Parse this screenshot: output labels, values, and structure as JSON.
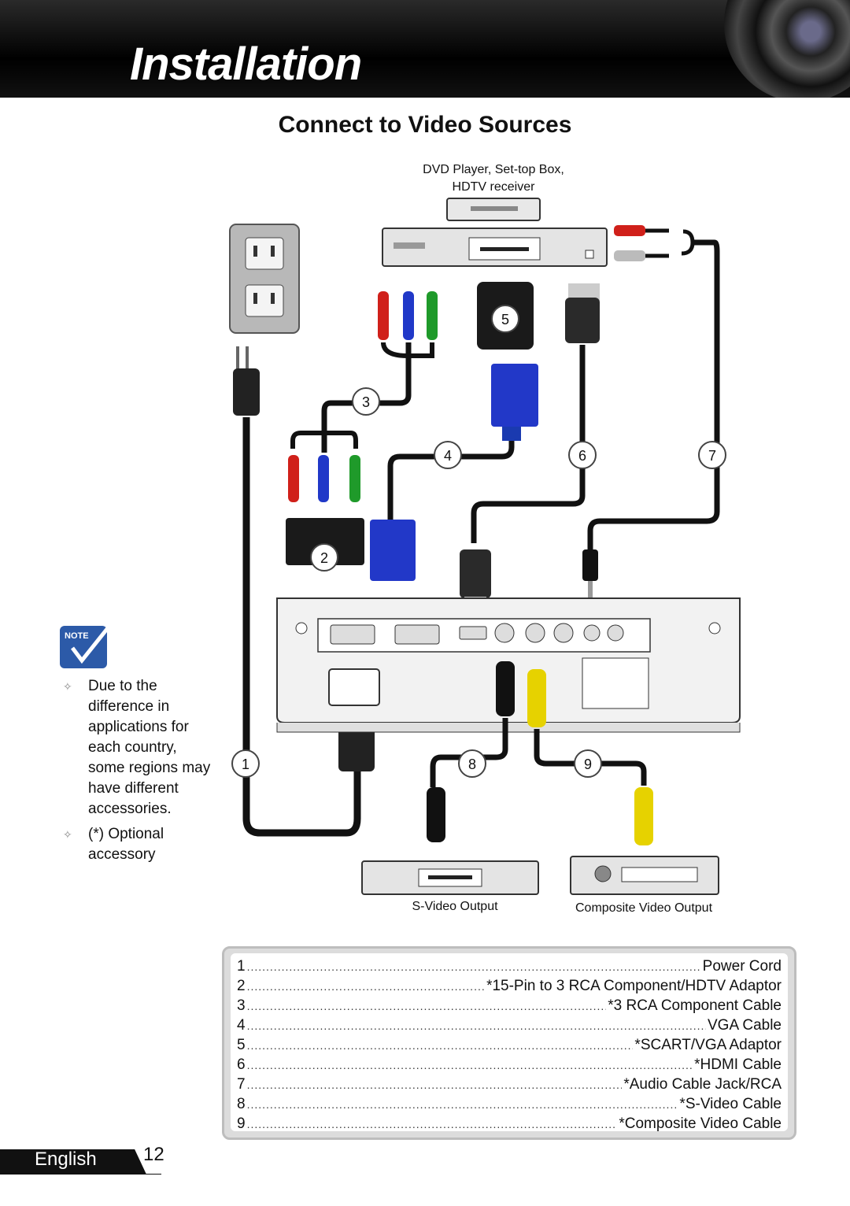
{
  "header": {
    "title": "Installation"
  },
  "section": {
    "title": "Connect to Video Sources"
  },
  "diagram": {
    "source_top": {
      "line1": "DVD Player, Set-top Box,",
      "line2": "HDTV receiver"
    },
    "numbers": [
      "1",
      "2",
      "3",
      "4",
      "5",
      "6",
      "7",
      "8",
      "9"
    ],
    "svideo_label": "S-Video Output",
    "composite_label": "Composite Video Output"
  },
  "note": {
    "icon_label": "Note",
    "items": [
      "Due to the difference in applications for each country, some regions may have different accessories.",
      "(*) Optional accessory"
    ]
  },
  "legend": {
    "rows": [
      {
        "n": "1",
        "desc": "Power Cord"
      },
      {
        "n": "2",
        "desc": "*15-Pin to 3 RCA Component/HDTV Adaptor"
      },
      {
        "n": "3",
        "desc": "*3 RCA Component Cable"
      },
      {
        "n": "4",
        "desc": "VGA Cable"
      },
      {
        "n": "5",
        "desc": "*SCART/VGA Adaptor"
      },
      {
        "n": "6",
        "desc": "*HDMI Cable"
      },
      {
        "n": "7",
        "desc": "*Audio Cable Jack/RCA"
      },
      {
        "n": "8",
        "desc": "*S-Video Cable"
      },
      {
        "n": "9",
        "desc": "*Composite Video Cable"
      }
    ]
  },
  "footer": {
    "language": "English",
    "page_number": "12"
  }
}
